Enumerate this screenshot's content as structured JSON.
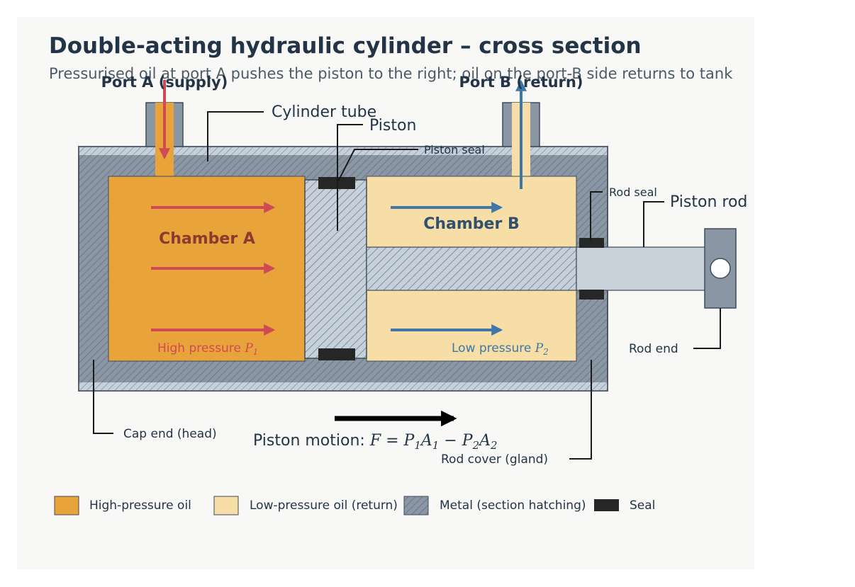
{
  "title": "Double-acting hydraulic cylinder – cross section",
  "subtitle": "Pressurised oil at port A pushes the piston to the right; oil on the port-B side returns to tank",
  "ports": {
    "a": "Port A (supply)",
    "b": "Port B (return)"
  },
  "chambers": {
    "a": "Chamber A",
    "b": "Chamber B"
  },
  "pressures": {
    "high_text": "High pressure ",
    "high_sym": "P",
    "high_sub": "1",
    "low_text": "Low pressure ",
    "low_sym": "P",
    "low_sub": "2"
  },
  "labels": {
    "cylinder_tube": "Cylinder tube",
    "piston": "Piston",
    "piston_seal": "Piston seal",
    "rod_seal": "Rod seal",
    "piston_rod": "Piston rod",
    "rod_end": "Rod end",
    "cap_end": "Cap end (head)",
    "rod_cover": "Rod cover (gland)"
  },
  "motion": {
    "prefix": "Piston motion: ",
    "f": "F",
    "eq": " = ",
    "p1": "P",
    "p1_sub": "1",
    "a1": "A",
    "a1_sub": "1",
    "minus": " − ",
    "p2": "P",
    "p2_sub": "2",
    "a2": "A",
    "a2_sub": "2"
  },
  "legend": {
    "high": "High-pressure oil",
    "low": "Low-pressure oil (return)",
    "metal": "Metal (section hatching)",
    "seal": "Seal"
  },
  "colors": {
    "panel": "#f8f8f7",
    "high_oil": "#e9a33b",
    "low_oil": "#f6dea6",
    "metal": "#8a96a3",
    "metal_light": "#c6d0da",
    "rod": "#c8d1da",
    "seal": "#262626",
    "supply_arrow": "#d04a55",
    "return_arrow": "#3e78a8",
    "text": "#243447",
    "chamber_a_text": "#8b3b2e",
    "chamber_b_text": "#31506e"
  }
}
